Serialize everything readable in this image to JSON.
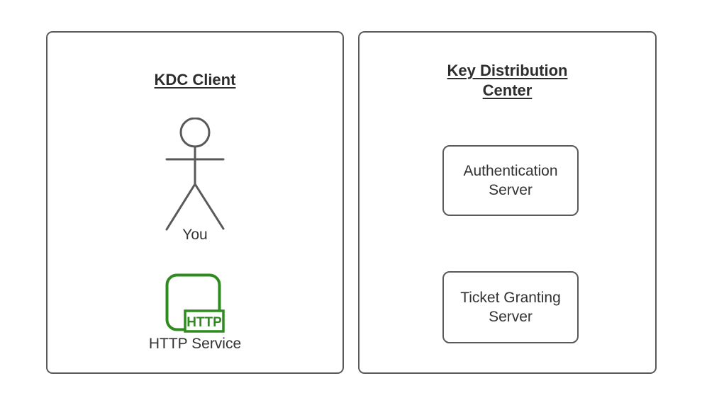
{
  "diagram": {
    "client_panel": {
      "title": "KDC Client",
      "actor_label": "You",
      "service_icon_label": "HTTP",
      "service_label": "HTTP Service"
    },
    "kdc_panel": {
      "title_line1": "Key Distribution",
      "title_line2": "Center",
      "auth_box": {
        "line1": "Authentication",
        "line2": "Server"
      },
      "tgs_box": {
        "line1": "Ticket Granting",
        "line2": "Server"
      }
    },
    "colors": {
      "panel_border": "#595959",
      "shape_border": "#595959",
      "stick_figure": "#595959",
      "label_text": "#333333",
      "title_text": "#2d2d2d",
      "http_green": "#2e8c1e",
      "background": "#ffffff"
    }
  }
}
